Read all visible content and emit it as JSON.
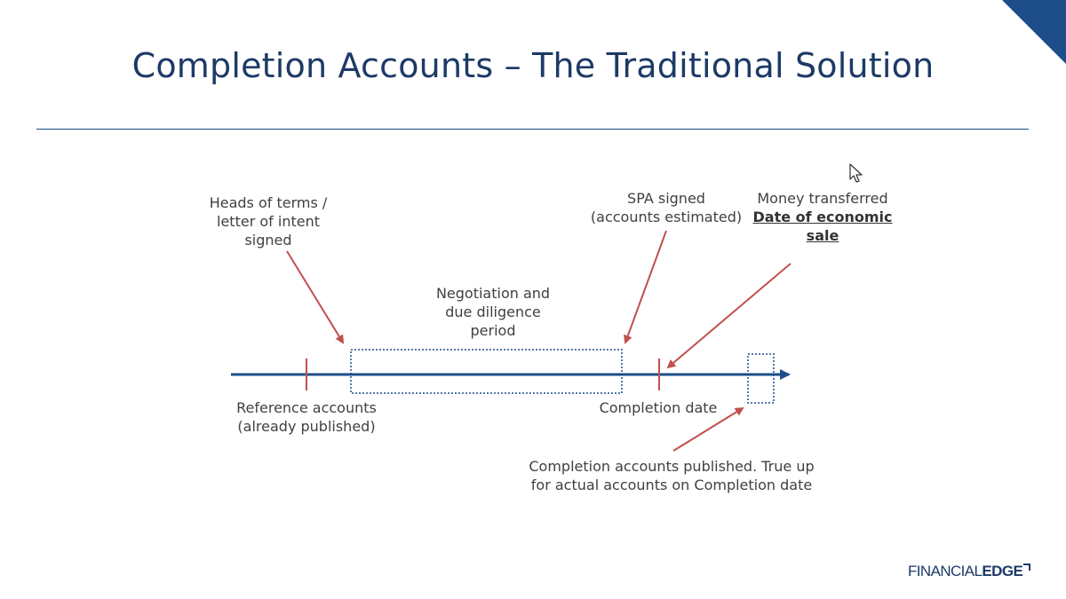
{
  "slide": {
    "title": "Completion Accounts – The Traditional Solution"
  },
  "labels": {
    "heads_of_terms": [
      "Heads of terms /",
      "letter of intent",
      "signed"
    ],
    "negotiation": [
      "Negotiation and",
      "due diligence",
      "period"
    ],
    "spa_signed": [
      "SPA signed",
      "(accounts estimated)"
    ],
    "money_transferred": "Money transferred",
    "date_economic_sale": [
      "Date of economic",
      "sale"
    ],
    "reference_accounts": [
      "Reference accounts",
      "(already published)"
    ],
    "completion_date": "Completion date",
    "completion_published": [
      "Completion accounts published. True up",
      "for actual accounts on Completion date"
    ]
  },
  "logo": {
    "part1": "FINANCIAL",
    "part2": "EDGE"
  },
  "colors": {
    "timeline": "#1d4e89",
    "arrow": "#c0504d",
    "title": "#1d3a66"
  },
  "icons": {
    "cursor": "mouse-pointer-icon"
  }
}
